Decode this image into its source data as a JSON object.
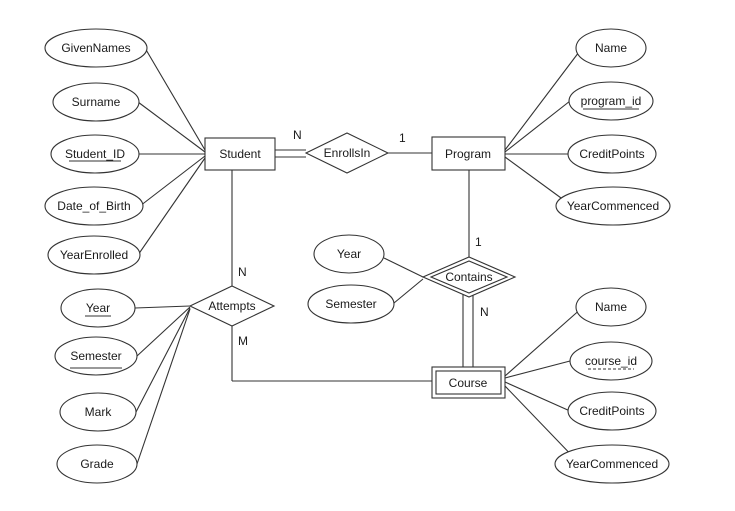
{
  "entities": {
    "student": "Student",
    "program": "Program",
    "course": "Course"
  },
  "relationships": {
    "enrolls_in": "EnrollsIn",
    "attempts": "Attempts",
    "contains": "Contains"
  },
  "attributes": {
    "student": [
      "GivenNames",
      "Surname",
      "Student_ID",
      "Date_of_Birth",
      "YearEnrolled"
    ],
    "program": [
      "Name",
      "program_id",
      "CreditPoints",
      "YearCommenced"
    ],
    "course": [
      "Name",
      "course_id",
      "CreditPoints",
      "YearCommenced"
    ],
    "attempts": [
      "Year",
      "Semester",
      "Mark",
      "Grade"
    ],
    "contains": [
      "Year",
      "Semester"
    ]
  },
  "cardinalities": {
    "enrolls_student": "N",
    "enrolls_program": "1",
    "attempts_student": "N",
    "attempts_course": "M",
    "contains_program": "1",
    "contains_course": "N"
  }
}
